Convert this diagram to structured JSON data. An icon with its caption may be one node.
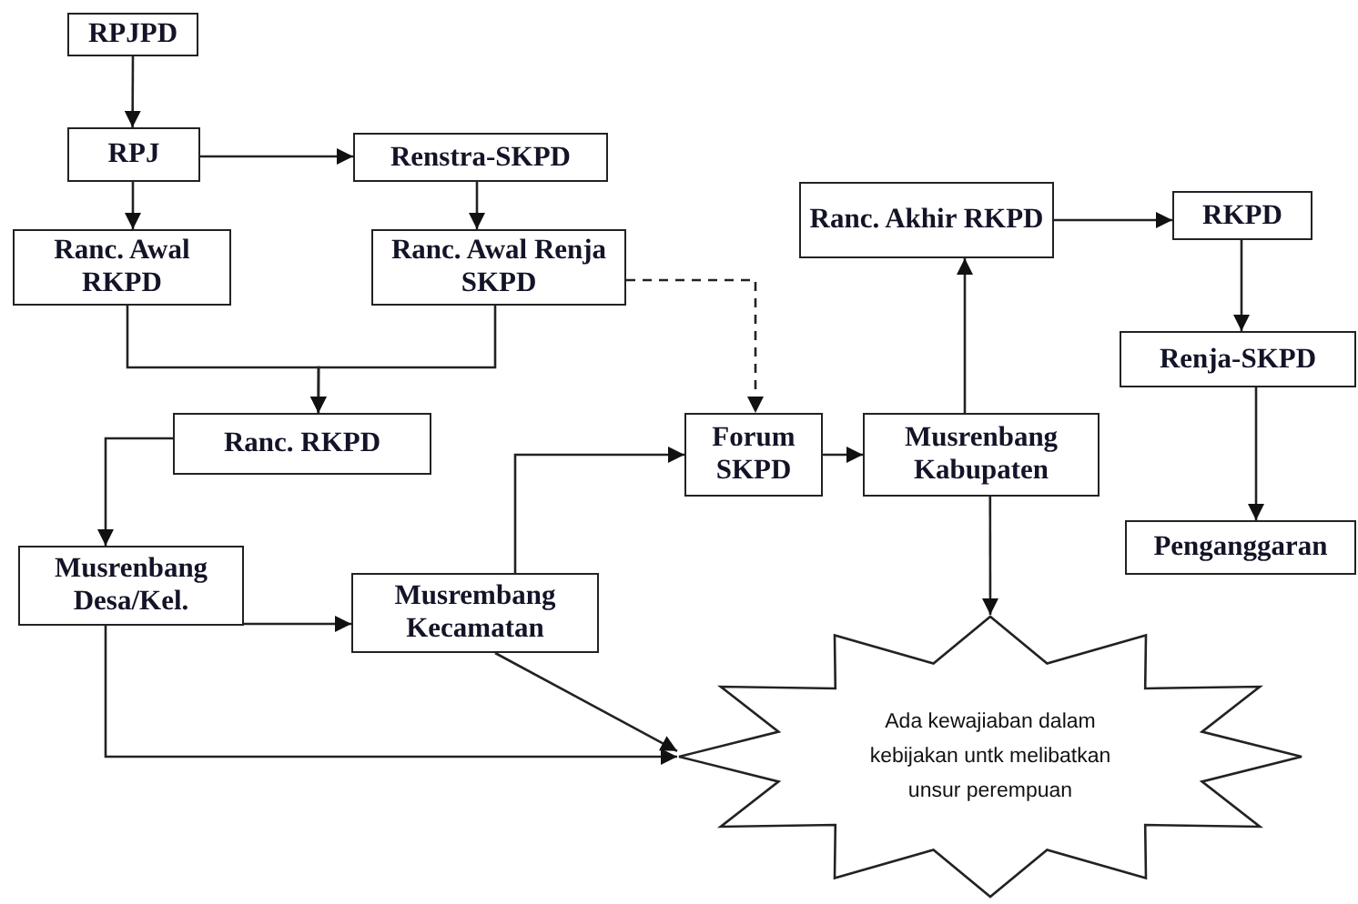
{
  "diagram": {
    "nodes": [
      {
        "text": [
          "RPJPD"
        ]
      },
      {
        "text": [
          "RPJ"
        ]
      },
      {
        "text": [
          "Renstra-SKPD"
        ]
      },
      {
        "text": [
          "Ranc. Awal RKPD"
        ]
      },
      {
        "text": [
          "Ranc. Awal Renja SKPD"
        ]
      },
      {
        "text": [
          "Ranc. RKPD"
        ]
      },
      {
        "text": [
          "Musrenbang Desa/Kel."
        ]
      },
      {
        "text": [
          "Musrembang Kecamatan"
        ]
      },
      {
        "text": [
          "Forum SKPD"
        ]
      },
      {
        "text": [
          "Musrenbang Kabupaten"
        ]
      },
      {
        "text": [
          "Ranc. Akhir RKPD"
        ]
      },
      {
        "text": [
          "RKPD"
        ]
      },
      {
        "text": [
          "Renja-SKPD"
        ]
      },
      {
        "text": [
          "Penganggaran"
        ]
      },
      {
        "text": [
          "Ada kewajiaban dalam kebijakan untk melibatkan unsur perempuan"
        ]
      }
    ],
    "edges": [
      {
        "from": 0,
        "to": 1,
        "arrow": "to"
      },
      {
        "from": 1,
        "to": 2,
        "arrow": "to"
      },
      {
        "from": 2,
        "to": 4,
        "arrow": "to"
      },
      {
        "from": 1,
        "to": 3,
        "arrow": "to"
      },
      {
        "from": 3,
        "to": 5,
        "arrow": "to"
      },
      {
        "from": 4,
        "to": 5,
        "arrow": "to"
      },
      {
        "from": 4,
        "to": 8,
        "arrow": "to",
        "style": "dashed"
      },
      {
        "from": 5,
        "to": 6,
        "arrow": "to"
      },
      {
        "from": 6,
        "to": 7,
        "arrow": "to"
      },
      {
        "from": 7,
        "to": 8,
        "arrow": "to"
      },
      {
        "from": 8,
        "to": 9,
        "arrow": "to"
      },
      {
        "from": 9,
        "to": 10,
        "arrow": "to"
      },
      {
        "from": 10,
        "to": 11,
        "arrow": "to"
      },
      {
        "from": 11,
        "to": 12,
        "arrow": "to"
      },
      {
        "from": 12,
        "to": 13,
        "arrow": "to"
      },
      {
        "from": 9,
        "to": 14,
        "arrow": "to"
      },
      {
        "from": 6,
        "to": 14,
        "arrow": "to"
      },
      {
        "from": 7,
        "to": 14,
        "arrow": "to"
      }
    ]
  }
}
